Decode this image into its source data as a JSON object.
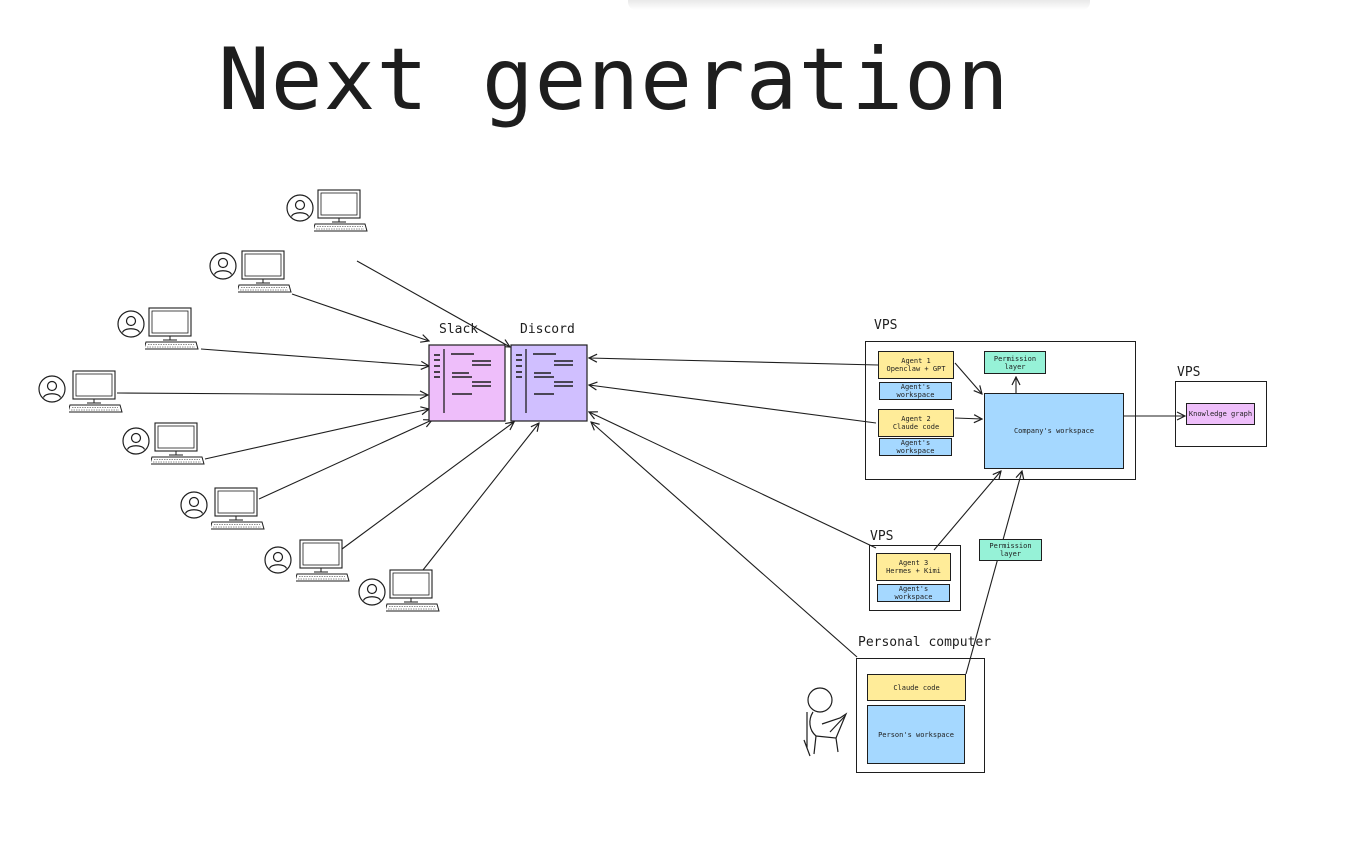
{
  "title": "Next generation",
  "apps": {
    "slack": "Slack",
    "discord": "Discord"
  },
  "vps_main": {
    "label": "VPS",
    "agent1": "Agent 1\nOpenclaw + GPT",
    "agent1_workspace": "Agent's workspace",
    "agent2": "Agent 2\nClaude code",
    "agent2_workspace": "Agent's workspace",
    "permission": "Permission\nlayer",
    "company_workspace": "Company's workspace"
  },
  "vps_kg": {
    "label": "VPS",
    "knowledge_graph": "Knowledge graph"
  },
  "vps_agent3": {
    "label": "VPS",
    "agent3": "Agent 3\nHermes + Kimi",
    "agent3_workspace": "Agent's workspace"
  },
  "permission_standalone": "Permission\nlayer",
  "personal": {
    "label": "Personal computer",
    "claude_code": "Claude code",
    "person_workspace": "Person's workspace"
  },
  "colors": {
    "agent": "#ffec99",
    "workspace": "#a5d8ff",
    "permission": "#96f2d7",
    "slack": "#eebefa",
    "discord": "#d0bfff",
    "stroke": "#1e1e1e"
  },
  "icons": [
    "user-icon",
    "computer-icon",
    "person-with-laptop-icon"
  ]
}
